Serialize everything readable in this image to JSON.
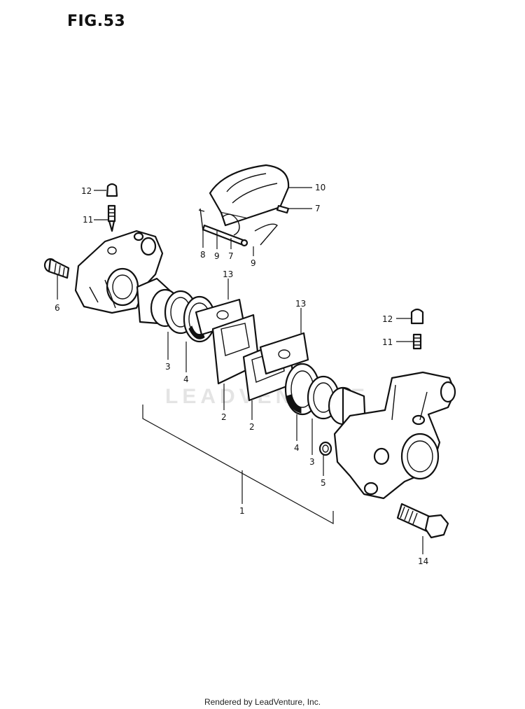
{
  "figure": {
    "title": "FIG.53",
    "watermark": "LEADVENTURE"
  },
  "footer": {
    "credit": "Rendered by LeadVenture, Inc."
  },
  "callouts": [
    {
      "key": "12",
      "text": "12"
    },
    {
      "key": "11",
      "text": "11"
    },
    {
      "key": "6",
      "text": "6"
    },
    {
      "key": "10",
      "text": "10"
    },
    {
      "key": "7a",
      "text": "7"
    },
    {
      "key": "8",
      "text": "8"
    },
    {
      "key": "9a",
      "text": "9"
    },
    {
      "key": "7b",
      "text": "7"
    },
    {
      "key": "9b",
      "text": "9"
    },
    {
      "key": "13a",
      "text": "13"
    },
    {
      "key": "13b",
      "text": "13"
    },
    {
      "key": "3a",
      "text": "3"
    },
    {
      "key": "4a",
      "text": "4"
    },
    {
      "key": "2a",
      "text": "2"
    },
    {
      "key": "2b",
      "text": "2"
    },
    {
      "key": "12b",
      "text": "12"
    },
    {
      "key": "11b",
      "text": "11"
    },
    {
      "key": "4b",
      "text": "4"
    },
    {
      "key": "3b",
      "text": "3"
    },
    {
      "key": "5",
      "text": "5"
    },
    {
      "key": "1",
      "text": "1"
    },
    {
      "key": "14",
      "text": "14"
    }
  ]
}
